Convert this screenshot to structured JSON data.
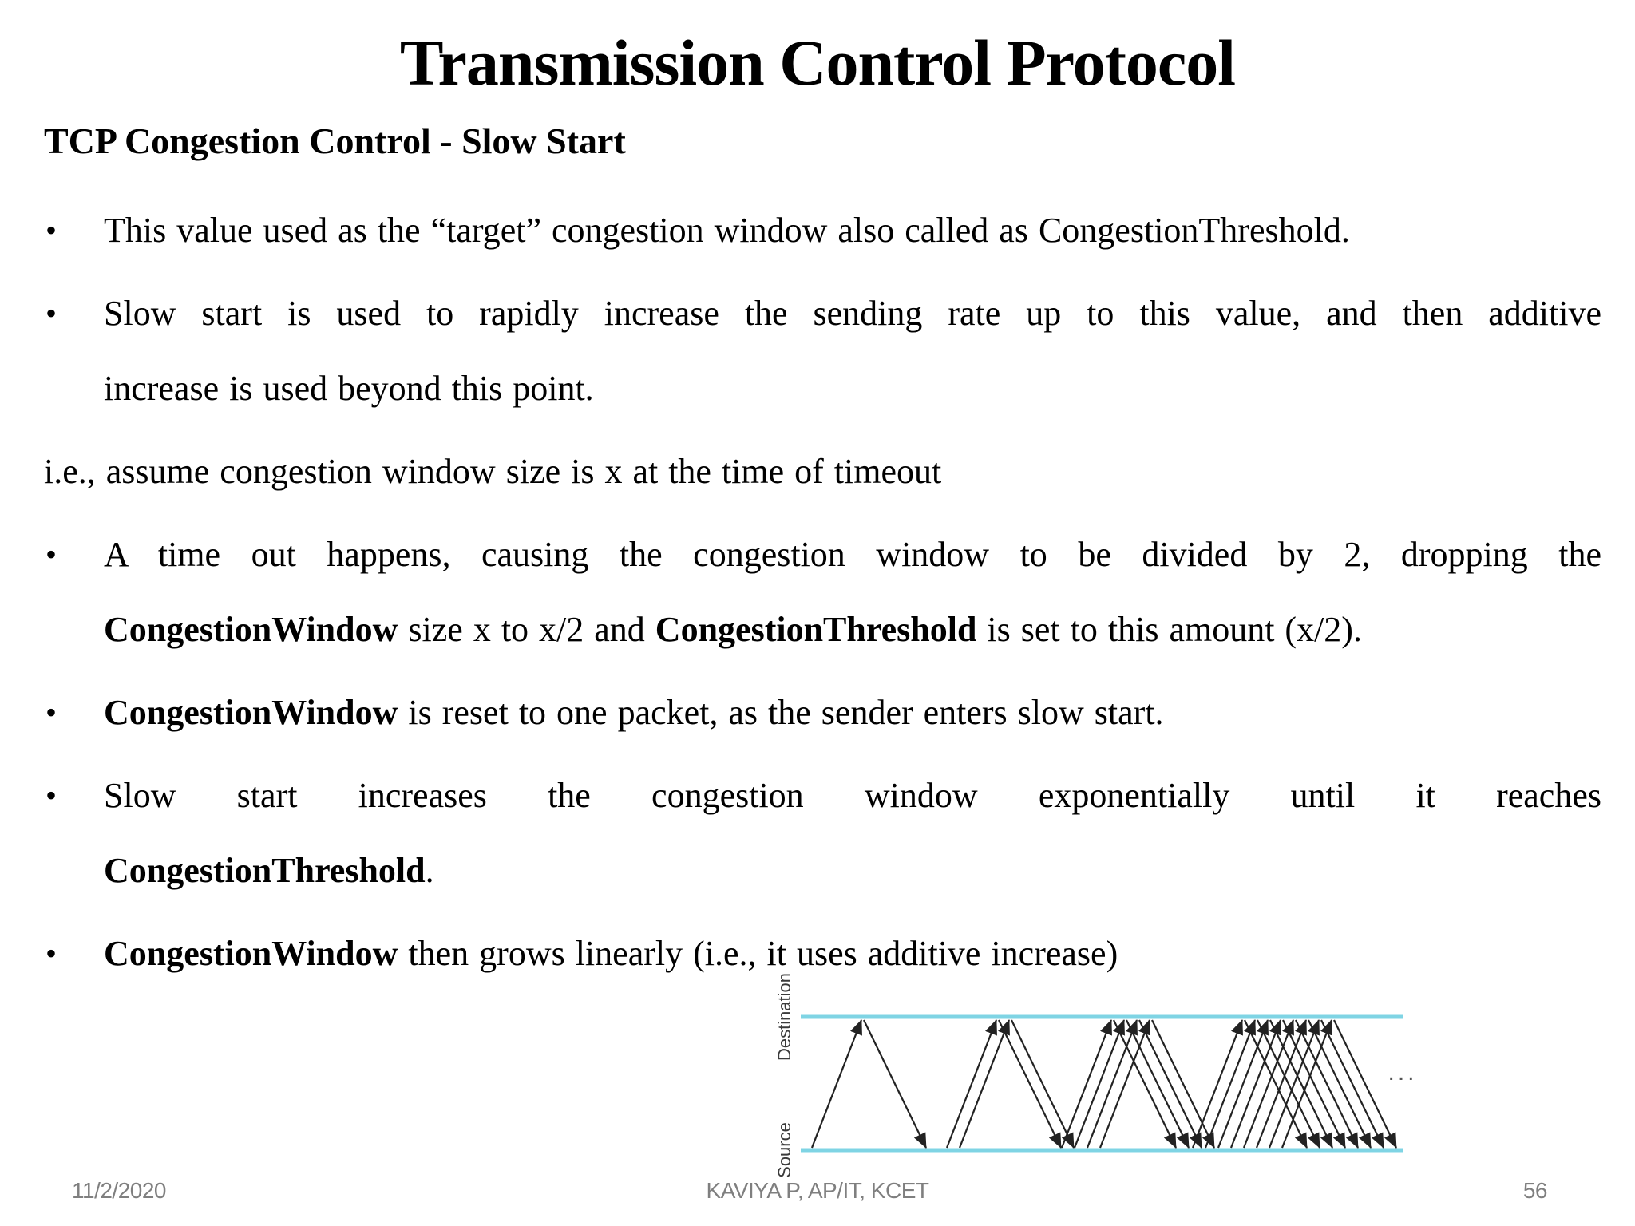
{
  "slide": {
    "title": "Transmission Control Protocol",
    "subtitle": "TCP Congestion Control - Slow Start",
    "bullet_char": "•",
    "paragraphs": [
      {
        "bullet": true,
        "lines": [
          {
            "stretch": false,
            "segments": [
              {
                "t": "This value used as the “target” congestion window also called as CongestionThreshold.",
                "b": false
              }
            ]
          }
        ]
      },
      {
        "bullet": true,
        "lines": [
          {
            "stretch": true,
            "segments": [
              {
                "t": "Slow start is used to rapidly increase the sending rate up to this value, and then additive",
                "b": false
              }
            ]
          },
          {
            "stretch": false,
            "segments": [
              {
                "t": "increase is used beyond this point.",
                "b": false
              }
            ]
          }
        ]
      },
      {
        "bullet": false,
        "lines": [
          {
            "stretch": false,
            "segments": [
              {
                "t": "i.e., assume congestion window size is x at the time of timeout",
                "b": false
              }
            ]
          }
        ]
      },
      {
        "bullet": true,
        "lines": [
          {
            "stretch": true,
            "segments": [
              {
                "t": "A time out happens, causing the congestion window to be divided by 2, dropping the",
                "b": false
              }
            ]
          },
          {
            "stretch": false,
            "segments": [
              {
                "t": "CongestionWindow",
                "b": true
              },
              {
                "t": " size x to x/2 and ",
                "b": false
              },
              {
                "t": "CongestionThreshold",
                "b": true
              },
              {
                "t": " is set to this amount (x/2).",
                "b": false
              }
            ]
          }
        ]
      },
      {
        "bullet": true,
        "lines": [
          {
            "stretch": false,
            "segments": [
              {
                "t": "CongestionWindow",
                "b": true
              },
              {
                "t": " is reset to one packet, as the sender enters slow start.",
                "b": false
              }
            ]
          }
        ]
      },
      {
        "bullet": true,
        "lines": [
          {
            "stretch": true,
            "segments": [
              {
                "t": "Slow start increases the congestion window exponentially until it reaches",
                "b": false
              }
            ]
          },
          {
            "stretch": false,
            "segments": [
              {
                "t": "CongestionThreshold",
                "b": true
              },
              {
                "t": ".",
                "b": false
              }
            ]
          }
        ]
      },
      {
        "bullet": true,
        "lines": [
          {
            "stretch": false,
            "segments": [
              {
                "t": "CongestionWindow",
                "b": true
              },
              {
                "t": " then grows linearly (i.e., it uses additive increase)",
                "b": false
              }
            ]
          }
        ]
      }
    ]
  },
  "diagram": {
    "top_label": "Destination",
    "bottom_label": "Source",
    "ellipsis": "...",
    "rounds": [
      1,
      2,
      4,
      8
    ],
    "colors": {
      "timeline": "#7fd4e4",
      "arrow": "#222222",
      "label": "#3a3a3a",
      "ellipsis": "#555555"
    }
  },
  "footer": {
    "date": "11/2/2020",
    "center": "KAVIYA P, AP/IT, KCET",
    "page": "56"
  }
}
